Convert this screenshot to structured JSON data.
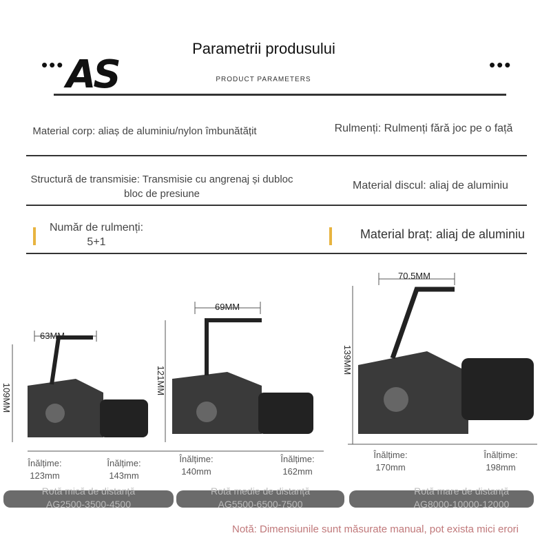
{
  "header": {
    "title": "Parametrii produsului",
    "subtitle": "PRODUCT PARAMETERS",
    "logo": "AS"
  },
  "params": [
    {
      "left": "Material corp: aliaș de aluminiu/nylon îmbunătățit",
      "right": "Rulmenți: Rulmenți fără joc pe o față"
    },
    {
      "left": "Structură de transmisie: Transmisie cu angrenaj și dubloc bloc de presiune",
      "right": "Material discul: aliaj de aluminiu"
    },
    {
      "left": "Număr de rulmenți: 5+1",
      "right": "Material braț: aliaj de aluminiu"
    }
  ],
  "reels": [
    {
      "width": "63MM",
      "height": "109MM",
      "h1_label": "Înălțime:",
      "h1": "123mm",
      "h2_label": "Înălțime:",
      "h2": "143mm",
      "name": "Rotă mică de distanță",
      "models": "AG2500-3500-4500"
    },
    {
      "width": "69MM",
      "height": "121MM",
      "h1_label": "Înălțime:",
      "h1": "140mm",
      "h2_label": "Înălțime:",
      "h2": "162mm",
      "name": "Rotă medie de distanță",
      "models": "AG5500-6500-7500"
    },
    {
      "width": "70.5MM",
      "height": "139MM",
      "h1_label": "Înălțime:",
      "h1": "170mm",
      "h2_label": "Înălțime:",
      "h2": "198mm",
      "name": "Rotă mare de distanță",
      "models": "AG8000-10000-12000"
    }
  ],
  "note": "Notă: Dimensiunile sunt măsurate manual, pot exista mici erori",
  "colors": {
    "accent_bar": "#e8b440",
    "note": "#c0787a",
    "pill": "#6b6b6b"
  }
}
